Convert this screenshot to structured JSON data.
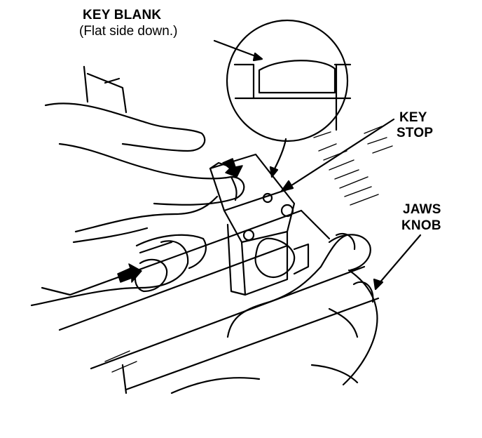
{
  "labels": {
    "key_blank": {
      "title": "KEY BLANK",
      "note": "(Flat side down.)"
    },
    "key_stop": {
      "line1": "KEY",
      "line2": "STOP"
    },
    "jaws_knob": {
      "line1": "JAWS",
      "line2": "KNOB"
    }
  },
  "colors": {
    "ink": "#000000",
    "paper": "#ffffff"
  },
  "icons": [
    "push-arrow-icon",
    "push-arrow-icon"
  ]
}
